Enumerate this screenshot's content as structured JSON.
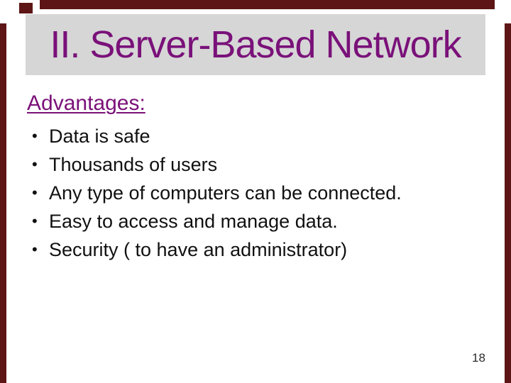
{
  "slide": {
    "title": "II. Server-Based Network",
    "section_heading": "Advantages:",
    "bullet_char": "•",
    "bullets": [
      "Data is safe",
      "Thousands of users",
      "Any type of computers can be connected.",
      "Easy to access and manage data.",
      "Security ( to have an administrator)"
    ],
    "page_number": "18",
    "colors": {
      "background": "#ffffff",
      "border_accent": "#5e1515",
      "title_background": "#d6d6d6",
      "title_text": "#7a1179",
      "body_text": "#111111"
    }
  }
}
